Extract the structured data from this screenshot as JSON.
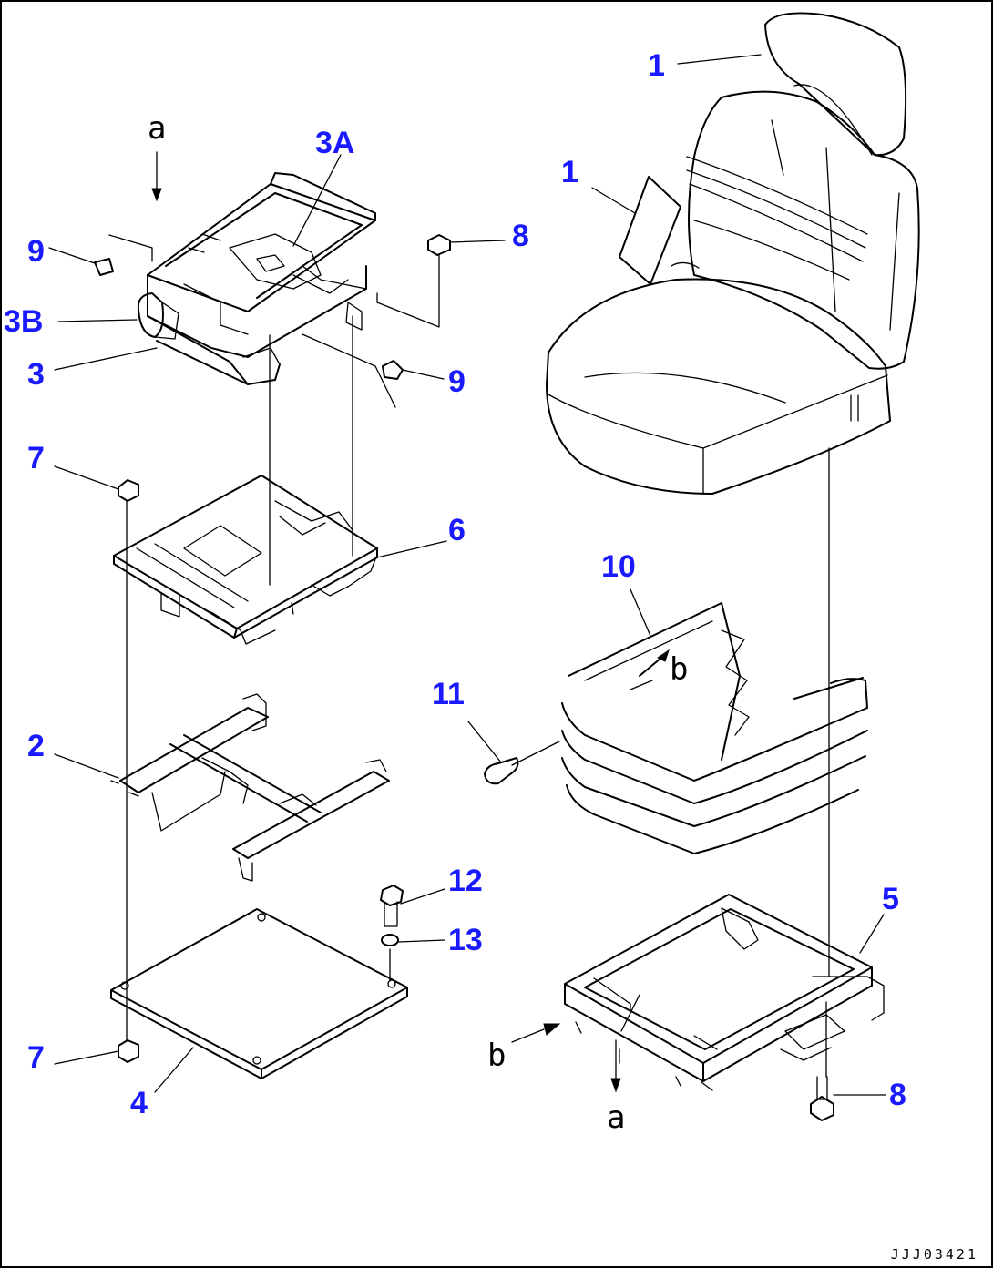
{
  "colors": {
    "callout": "#1a1aff",
    "line": "#000000",
    "background": "#ffffff"
  },
  "callouts": {
    "seat_top": "1",
    "backrest": "1",
    "suspension_3a": "3A",
    "suspension_3b": "3B",
    "suspension": "3",
    "nut_left": "9",
    "nut_right": "9",
    "bolt_top": "8",
    "bolt_bottom": "8",
    "nut7_top": "7",
    "nut7_bottom": "7",
    "plate": "6",
    "slide_rail": "2",
    "base_plate": "4",
    "cover": "10",
    "screw": "11",
    "bolt12": "12",
    "washer13": "13",
    "frame": "5"
  },
  "views": {
    "arrow_a_top": "a",
    "arrow_a_bottom": "a",
    "arrow_b_cover": "b",
    "arrow_b_frame": "b"
  },
  "drawing_number": "JJJ03421"
}
